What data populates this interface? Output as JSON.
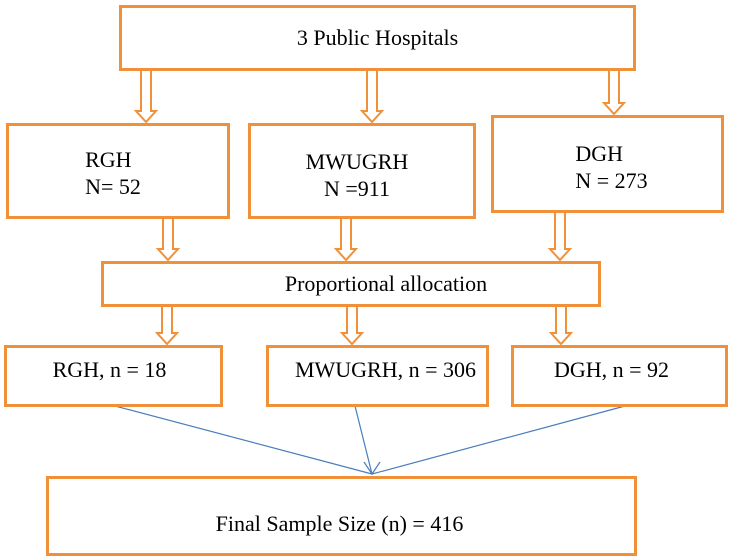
{
  "diagram": {
    "top": {
      "label": "3 Public Hospitals"
    },
    "hospitals": [
      {
        "name": "RGH",
        "population": "N= 52"
      },
      {
        "name": "MWUGRH",
        "population": "N =911"
      },
      {
        "name": "DGH",
        "population": "N = 273"
      }
    ],
    "allocation": {
      "label": "Proportional allocation"
    },
    "samples": [
      {
        "label": "RGH, n = 18"
      },
      {
        "label": "MWUGRH, n = 306"
      },
      {
        "label": "DGH, n = 92"
      }
    ],
    "final": {
      "label": "Final Sample Size (n) = 416"
    }
  },
  "colors": {
    "box_border": "#F0913A",
    "arrow_fill": "#ffffff",
    "arrow_stroke": "#F0913A",
    "converge_line": "#4A7EBB",
    "text": "#000000",
    "background": "#ffffff"
  }
}
